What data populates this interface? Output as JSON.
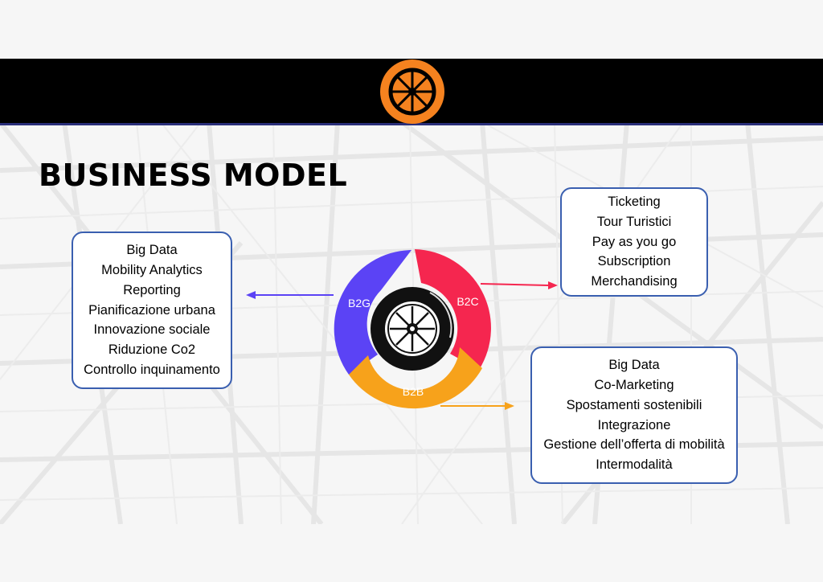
{
  "slide": {
    "title": "BUSINESS MODEL",
    "logo_icon": "orange-wheel-logo-icon",
    "colors": {
      "header": "#000000",
      "logo_orange": "#F5821F",
      "b2g": "#5B43F5",
      "b2c": "#F5264F",
      "b2b": "#F7A21B",
      "box_border": "#3A5FB0"
    }
  },
  "wheel": {
    "icon": "tire-wheel-icon",
    "segments": [
      {
        "label": "B2G",
        "color": "#5B43F5"
      },
      {
        "label": "B2C",
        "color": "#F5264F"
      },
      {
        "label": "B2B",
        "color": "#F7A21B"
      }
    ]
  },
  "boxes": {
    "b2g": {
      "items": [
        "Big Data",
        "Mobility Analytics",
        "Reporting",
        "Pianificazione urbana",
        "Innovazione sociale",
        "Riduzione Co2",
        "Controllo inquinamento"
      ]
    },
    "b2c": {
      "items": [
        "Ticketing",
        "Tour Turistici",
        "Pay as you go",
        "Subscription",
        "Merchandising"
      ]
    },
    "b2b": {
      "items": [
        "Big Data",
        "Co-Marketing",
        "Spostamenti sostenibili",
        "Integrazione",
        "Gestione dell’offerta di mobilità",
        "Intermodalità"
      ]
    }
  }
}
